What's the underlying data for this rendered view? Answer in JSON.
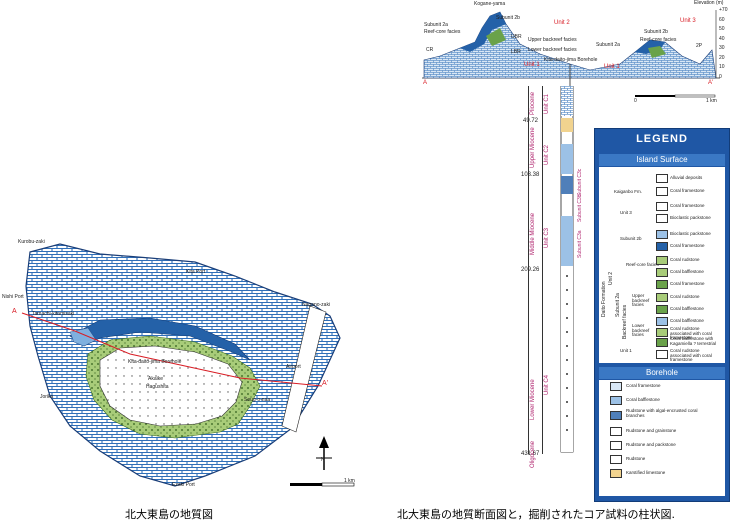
{
  "map": {
    "places": {
      "kurobu_zaki": "Kurobu-zaki",
      "nishi_port": "Nishi Port",
      "tamachi_misaki": "Tamachi-kitamisaki",
      "kita_port": "Kita Port",
      "nagano_zaki": "Nagano-zaki",
      "jorika": "Jorika",
      "borehole": "Kita-daito-jima Borehole",
      "akaike": "Akaike",
      "hagushita": "Hagushita",
      "airport": "Airport",
      "kitagugu": "Soug-o-naa",
      "ezaki_port": "Ezaki Port",
      "point_a": "A",
      "point_a_prime": "A'"
    },
    "scale_label": "1 km",
    "north_label": "N",
    "caption": "北大東島の地質図"
  },
  "section": {
    "kogane": "Kogane-yama",
    "unit2": "Unit 2",
    "unit3": "Unit 3",
    "unit1_left": "Unit 1",
    "unit1_right": "Unit 1",
    "subunit2b_left": "Subunit 2b",
    "subunit2a_left": "Subunit 2a",
    "reefcore_left": "Reef-core facies",
    "upper_backreef": "Upper backreef facies",
    "lower_backreef": "Lower backreef facies",
    "subunit2a_mid": "Subunit 2a",
    "subunit2b_right": "Subunit 2b",
    "reefcore_right": "Reef-core facies",
    "borehole": "Kita-daito-jima Borehole",
    "ubr": "UBR",
    "lbr": "LBR",
    "cr": "CR",
    "tp": "2P",
    "a": "A",
    "a_prime": "A'",
    "elev_title": "Elevation (m)",
    "elev_ticks": [
      "+70",
      "60",
      "50",
      "40",
      "30",
      "20",
      "10",
      "0"
    ],
    "scale_0": "0",
    "scale_1": "1 km",
    "caption": "北大東島の地質断面図と，掘削されたコア試料の柱状図."
  },
  "core": {
    "depths": [
      "49.72",
      "103.38",
      "209.26",
      "431.67"
    ],
    "epochs": [
      "Pliocene",
      "Upper Miocene",
      "Middle Miocene",
      "Lower Miocene",
      "Oligocene"
    ],
    "units": [
      "Unit C1",
      "Unit C2",
      "Unit C3",
      "Unit C4"
    ],
    "subunits": [
      "Subunit C3a",
      "Subunit C3b",
      "Subunit C3c"
    ]
  },
  "legend": {
    "title": "LEGEND",
    "island_surface": "Island Surface",
    "borehole": "Borehole",
    "surface_rows": [
      {
        "unit": "",
        "label": "Alluvial deposits"
      },
      {
        "unit": "Kaiganbo Fm.",
        "label": "Coral framestone"
      },
      {
        "unit": "",
        "label": "Coral framestone"
      },
      {
        "unit": "Unit 3",
        "label": "Bioclastic packstone"
      },
      {
        "unit": "",
        "label": "Bioclastic packstone"
      },
      {
        "unit": "Subunit 2b",
        "label": "Coral framestone"
      },
      {
        "unit": "",
        "label": "Coral rudstone"
      },
      {
        "unit": "Reef-core facies",
        "label": "Coral bafflestone"
      },
      {
        "unit": "",
        "label": "Coral framestone"
      },
      {
        "unit": "",
        "label": "Coral rudstone"
      },
      {
        "unit": "Upper backreef facies",
        "label": "Coral bafflestone"
      },
      {
        "unit": "",
        "label": "Coral bafflestone"
      },
      {
        "unit": "Lower backreef facies",
        "label": "Coral rudstone associated with coral framestone"
      },
      {
        "unit": "",
        "label": "Coral bafflestone with Kagamiella ? terrestrial"
      },
      {
        "unit": "Unit 1",
        "label": "Coral rudstone associated with coral framestone"
      }
    ],
    "side_labels": [
      "Daito Formation",
      "Unit 2",
      "Subunit 2a",
      "Backreef facies"
    ],
    "borehole_rows": [
      "Coral framestone",
      "Coral bafflestone",
      "Rudstone with algal-encrusted coral branches",
      "Rudstone and grainstone",
      "Rudstone and packstone",
      "Rudstone",
      "Karstified limestone"
    ]
  }
}
